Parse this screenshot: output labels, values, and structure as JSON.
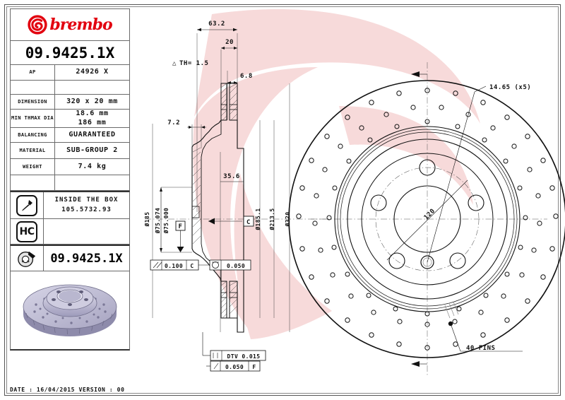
{
  "sheet": {
    "brand": "brembo",
    "brand_color": "#e2000f",
    "part_number": "09.9425.1X",
    "date_line": "DATE :  16/04/2015  VERSION :  00"
  },
  "info_table": {
    "rows": [
      {
        "label": "AP",
        "value": "24926 X"
      },
      {
        "label": "",
        "value": ""
      },
      {
        "label": "DIMENSION",
        "value": "320 x 20 mm"
      },
      {
        "label": "MIN TH\nMAX DIA",
        "value": "18.6 mm\n186 mm"
      },
      {
        "label": "BALANCING",
        "value": "GUARANTEED"
      },
      {
        "label": "MATERIAL",
        "value": "SUB-GROUP 2"
      },
      {
        "label": "WEIGHT",
        "value": "7.4 kg"
      },
      {
        "label": "",
        "value": ""
      }
    ],
    "dimension_label": "DIMENSION",
    "dimension_value": "320 x 20 mm",
    "minth_label_1": "MIN TH",
    "minth_label_2": "MAX DIA",
    "minth_value_1": "18.6 mm",
    "minth_value_2": "186 mm",
    "balancing_label": "BALANCING",
    "balancing_value": "GUARANTEED",
    "material_label": "MATERIAL",
    "material_value": "SUB-GROUP 2",
    "weight_label": "WEIGHT",
    "weight_value": "7.4 kg",
    "ap_label": "AP",
    "ap_value": "24926 X",
    "inside_box_title": "INSIDE THE BOX",
    "inside_box_code": "105.5732.93",
    "hc_badge": "HC",
    "bottom_code": "09.9425.1X",
    "icons": {
      "bolt": "bolt-icon",
      "hc": "hc-badge-icon",
      "hub": "wheel-hub-icon"
    }
  },
  "drawing": {
    "section_view": {
      "dim_63_2": "63.2",
      "dim_20": "20",
      "dim_th": "TH= 1.5",
      "dim_th_symbol": "△",
      "dim_6_8": "6.8",
      "dim_7_2": "7.2",
      "dim_35_6": "35.6",
      "dia_185": "Ø185",
      "dia_75_074": "Ø75.074",
      "dia_75_000": "Ø75.000",
      "dia_185_1": "Ø185.1",
      "dia_213_5": "Ø213.5",
      "dia_320": "Ø320",
      "datum_f": "F",
      "datum_c": "C",
      "tol_parallel": "0.100",
      "tol_parallel_datum": "C",
      "tol_runout": "0.050",
      "tol_dtv": "DTV 0.015",
      "tol_flat": "0.050",
      "tol_flat_datum": "F"
    },
    "face_view": {
      "bolt_hole_note": "14.65 (x5)",
      "pcd_note": "120",
      "fins_note": "40 FINS"
    }
  }
}
